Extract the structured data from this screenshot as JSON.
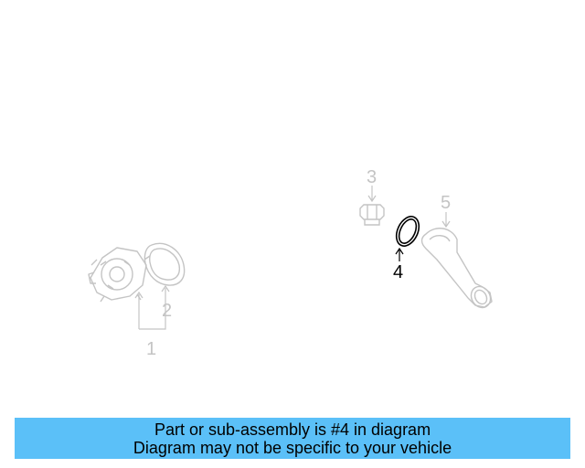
{
  "diagram": {
    "callouts": [
      "1",
      "2",
      "3",
      "4",
      "5"
    ],
    "highlighted": "4",
    "faded_color": "#c4c4c4",
    "active_color": "#000000"
  },
  "banner": {
    "line1": "Part or sub-assembly is #4 in diagram",
    "line2": "Diagram may not be specific to your vehicle",
    "background": "#5bc0f8"
  }
}
